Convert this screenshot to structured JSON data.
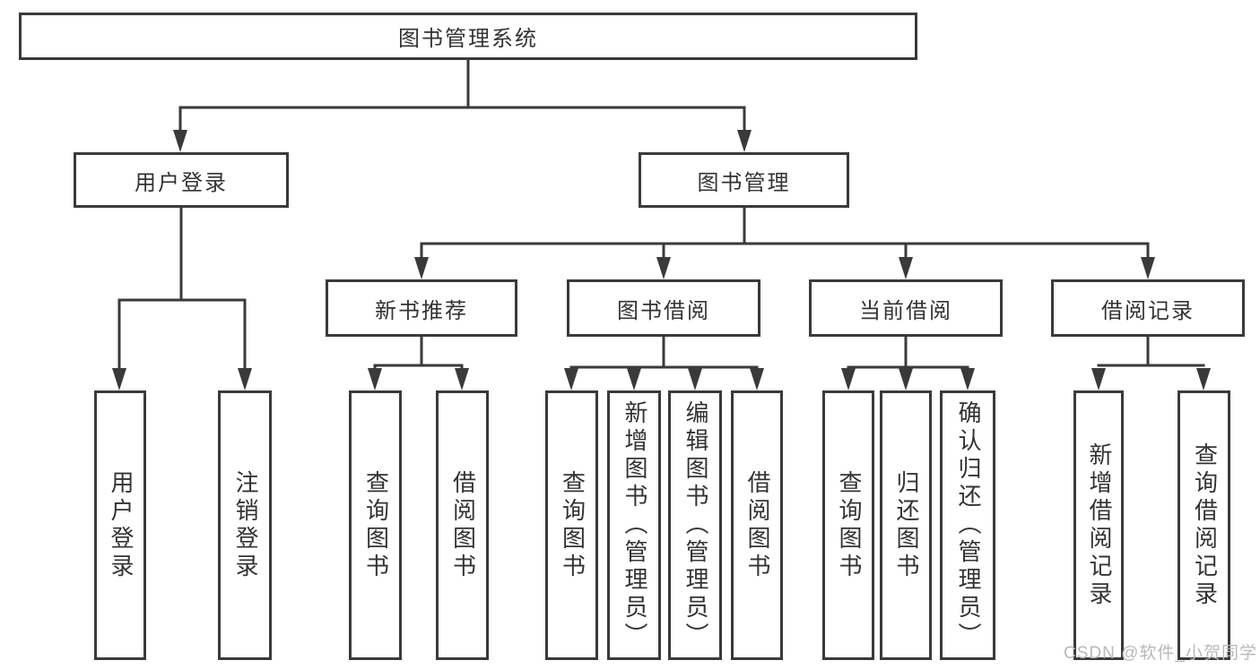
{
  "diagram_title": "图书管理系统",
  "tree": {
    "root": {
      "label": "图书管理系统",
      "children": [
        {
          "label": "用户登录",
          "children": [
            {
              "label": "用户登录"
            },
            {
              "label": "注销登录"
            }
          ]
        },
        {
          "label": "图书管理",
          "children": [
            {
              "label": "新书推荐",
              "children": [
                {
                  "label": "查询图书"
                },
                {
                  "label": "借阅图书"
                }
              ]
            },
            {
              "label": "图书借阅",
              "children": [
                {
                  "label": "查询图书"
                },
                {
                  "label": "新增图书（管理员）"
                },
                {
                  "label": "编辑图书（管理员）"
                },
                {
                  "label": "借阅图书"
                }
              ]
            },
            {
              "label": "当前借阅",
              "children": [
                {
                  "label": "查询图书"
                },
                {
                  "label": "归还图书"
                },
                {
                  "label": "确认归还（管理员）"
                }
              ]
            },
            {
              "label": "借阅记录",
              "children": [
                {
                  "label": "新增借阅记录"
                },
                {
                  "label": "查询借阅记录"
                }
              ]
            }
          ]
        }
      ]
    }
  },
  "watermark": {
    "text": "CSDN @软件_小贺同学"
  },
  "colors": {
    "line": "#3a3a3a",
    "text": "#333333",
    "watermark_text": "#b9b9b9",
    "background": "#ffffff"
  }
}
